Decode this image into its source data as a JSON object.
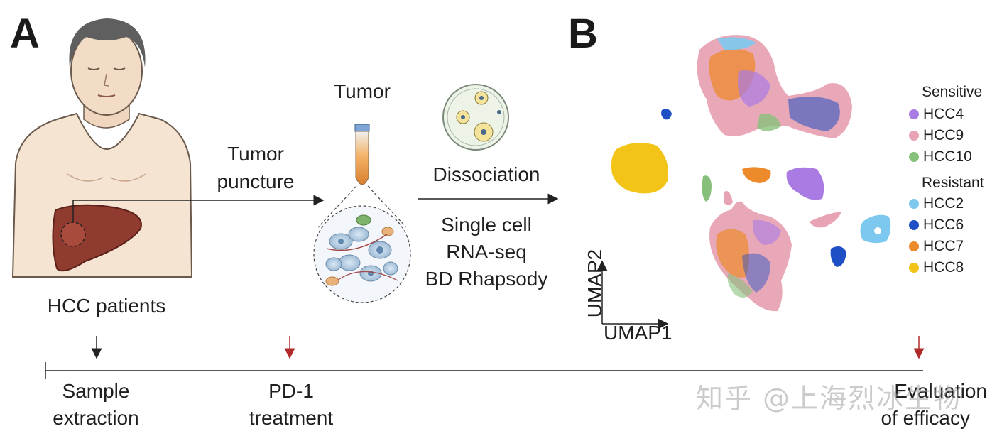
{
  "panels": {
    "a": "A",
    "b": "B"
  },
  "workflow": {
    "patients_label": "HCC patients",
    "puncture_line1": "Tumor",
    "puncture_line2": "puncture",
    "tumor_label": "Tumor",
    "dissociation_label": "Dissociation",
    "method_line1": "Single cell",
    "method_line2": "RNA-seq",
    "method_line3": "BD Rhapsody"
  },
  "timeline": {
    "step1_line1": "Sample",
    "step1_line2": "extraction",
    "step2_line1": "PD-1",
    "step2_line2": "treatment",
    "step3_line1": "Evaluation",
    "step3_line2": "of efficacy"
  },
  "umap": {
    "x_axis": "UMAP1",
    "y_axis": "UMAP2"
  },
  "legend": {
    "group1": "Sensitive",
    "group2": "Resistant",
    "items": [
      {
        "label": "HCC4",
        "color": "#a97be3"
      },
      {
        "label": "HCC9",
        "color": "#e8a3b4"
      },
      {
        "label": "HCC10",
        "color": "#87c07a"
      },
      {
        "label": "HCC2",
        "color": "#7cc8ee"
      },
      {
        "label": "HCC6",
        "color": "#1f4fc4"
      },
      {
        "label": "HCC7",
        "color": "#ec8a2c"
      },
      {
        "label": "HCC8",
        "color": "#f2c418"
      }
    ]
  },
  "watermark": "知乎 @上海烈冰生物",
  "colors": {
    "timeline_arrow_red": "#b02a2a",
    "liver": "#8f3b2f",
    "skin": "#f6e4d2"
  }
}
